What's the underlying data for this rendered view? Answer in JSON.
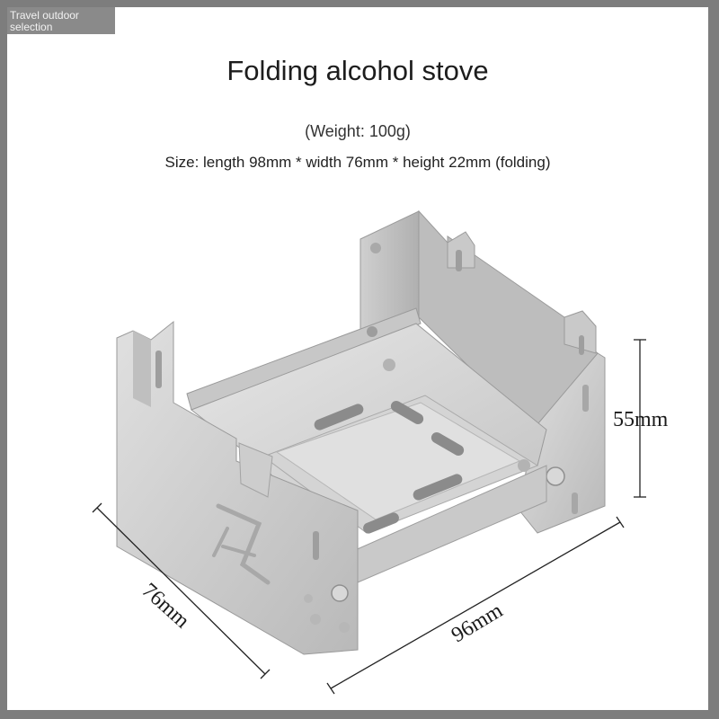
{
  "watermark": "Travel outdoor\nselection",
  "header": {
    "title": "Folding alcohol stove",
    "weight": "(Weight: 100g)",
    "size": "Size: length 98mm * width 76mm * height 22mm (folding)"
  },
  "dimensions": {
    "height": "55mm",
    "width": "76mm",
    "length": "96mm"
  },
  "colors": {
    "border": "#7d7d7d",
    "background": "#ffffff",
    "metal": "#c8c8c8"
  }
}
